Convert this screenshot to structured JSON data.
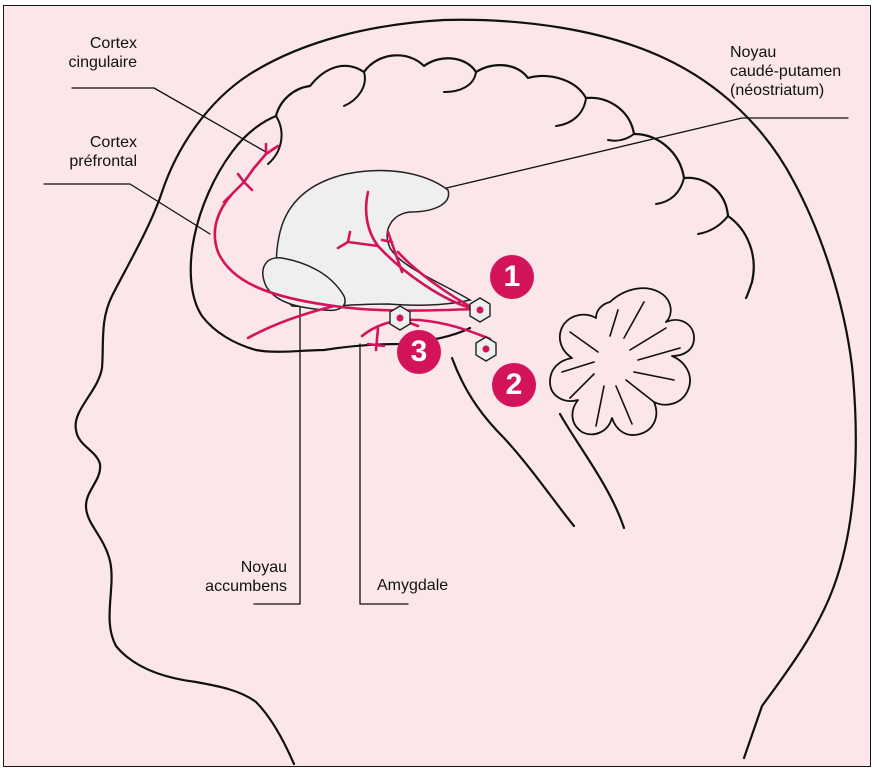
{
  "colors": {
    "background": "#fbe6ea",
    "outline": "#111111",
    "pathway": "#d4145a",
    "nucleus_fill": "#efefef"
  },
  "labels": {
    "cortex_cingulaire": [
      "Cortex",
      "cingulaire"
    ],
    "cortex_prefrontal": [
      "Cortex",
      "préfrontal"
    ],
    "noyau_caude_putamen": [
      "Noyau",
      "caudé-putamen",
      "(néostriatum)"
    ],
    "noyau_accumbens": [
      "Noyau",
      "accumbens"
    ],
    "amygdale": "Amygdale"
  },
  "markers": [
    "1",
    "2",
    "3"
  ]
}
